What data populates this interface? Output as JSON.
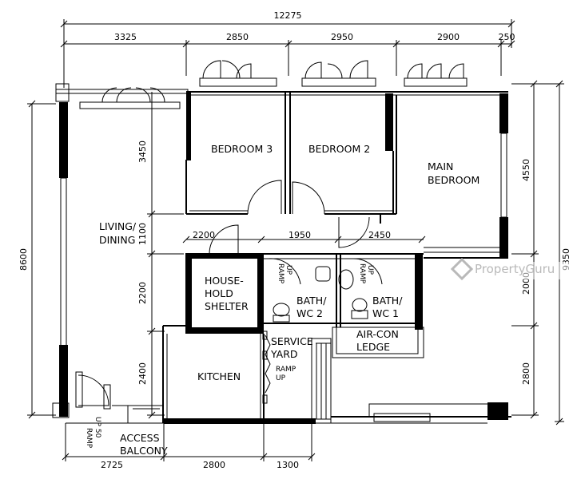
{
  "dimensions": {
    "overall_width": "12275",
    "top": [
      "3325",
      "2850",
      "2950",
      "2900",
      "250"
    ],
    "left_total": "8600",
    "left": [
      "3450",
      "1100",
      "2200",
      "2400"
    ],
    "right_total": "9350",
    "right": [
      "4550",
      "2000",
      "2800"
    ],
    "inner": [
      "2200",
      "1950",
      "2450"
    ],
    "bottom": [
      "2725",
      "2800",
      "1300"
    ]
  },
  "rooms": {
    "bedroom3": "BEDROOM  3",
    "bedroom2": "BEDROOM  2",
    "main_bedroom": [
      "MAIN",
      "BEDROOM"
    ],
    "living": [
      "LIVING/",
      "DINING"
    ],
    "household_shelter": [
      "HOUSE-",
      "HOLD",
      "SHELTER"
    ],
    "bath2": [
      "BATH/",
      "WC  2"
    ],
    "bath1": [
      "BATH/",
      "WC  1"
    ],
    "aircon": [
      "AIR-CON",
      "LEDGE"
    ],
    "service_yard": [
      "SERVICE",
      "YARD"
    ],
    "kitchen": "KITCHEN",
    "access_balcony": [
      "ACCESS",
      "BALCONY"
    ]
  },
  "ramps": {
    "ramp_up": [
      "RAMP",
      "UP"
    ],
    "ramp_up_50": [
      "RAMP",
      "UP  50"
    ]
  },
  "watermark": "PropertyGuru"
}
